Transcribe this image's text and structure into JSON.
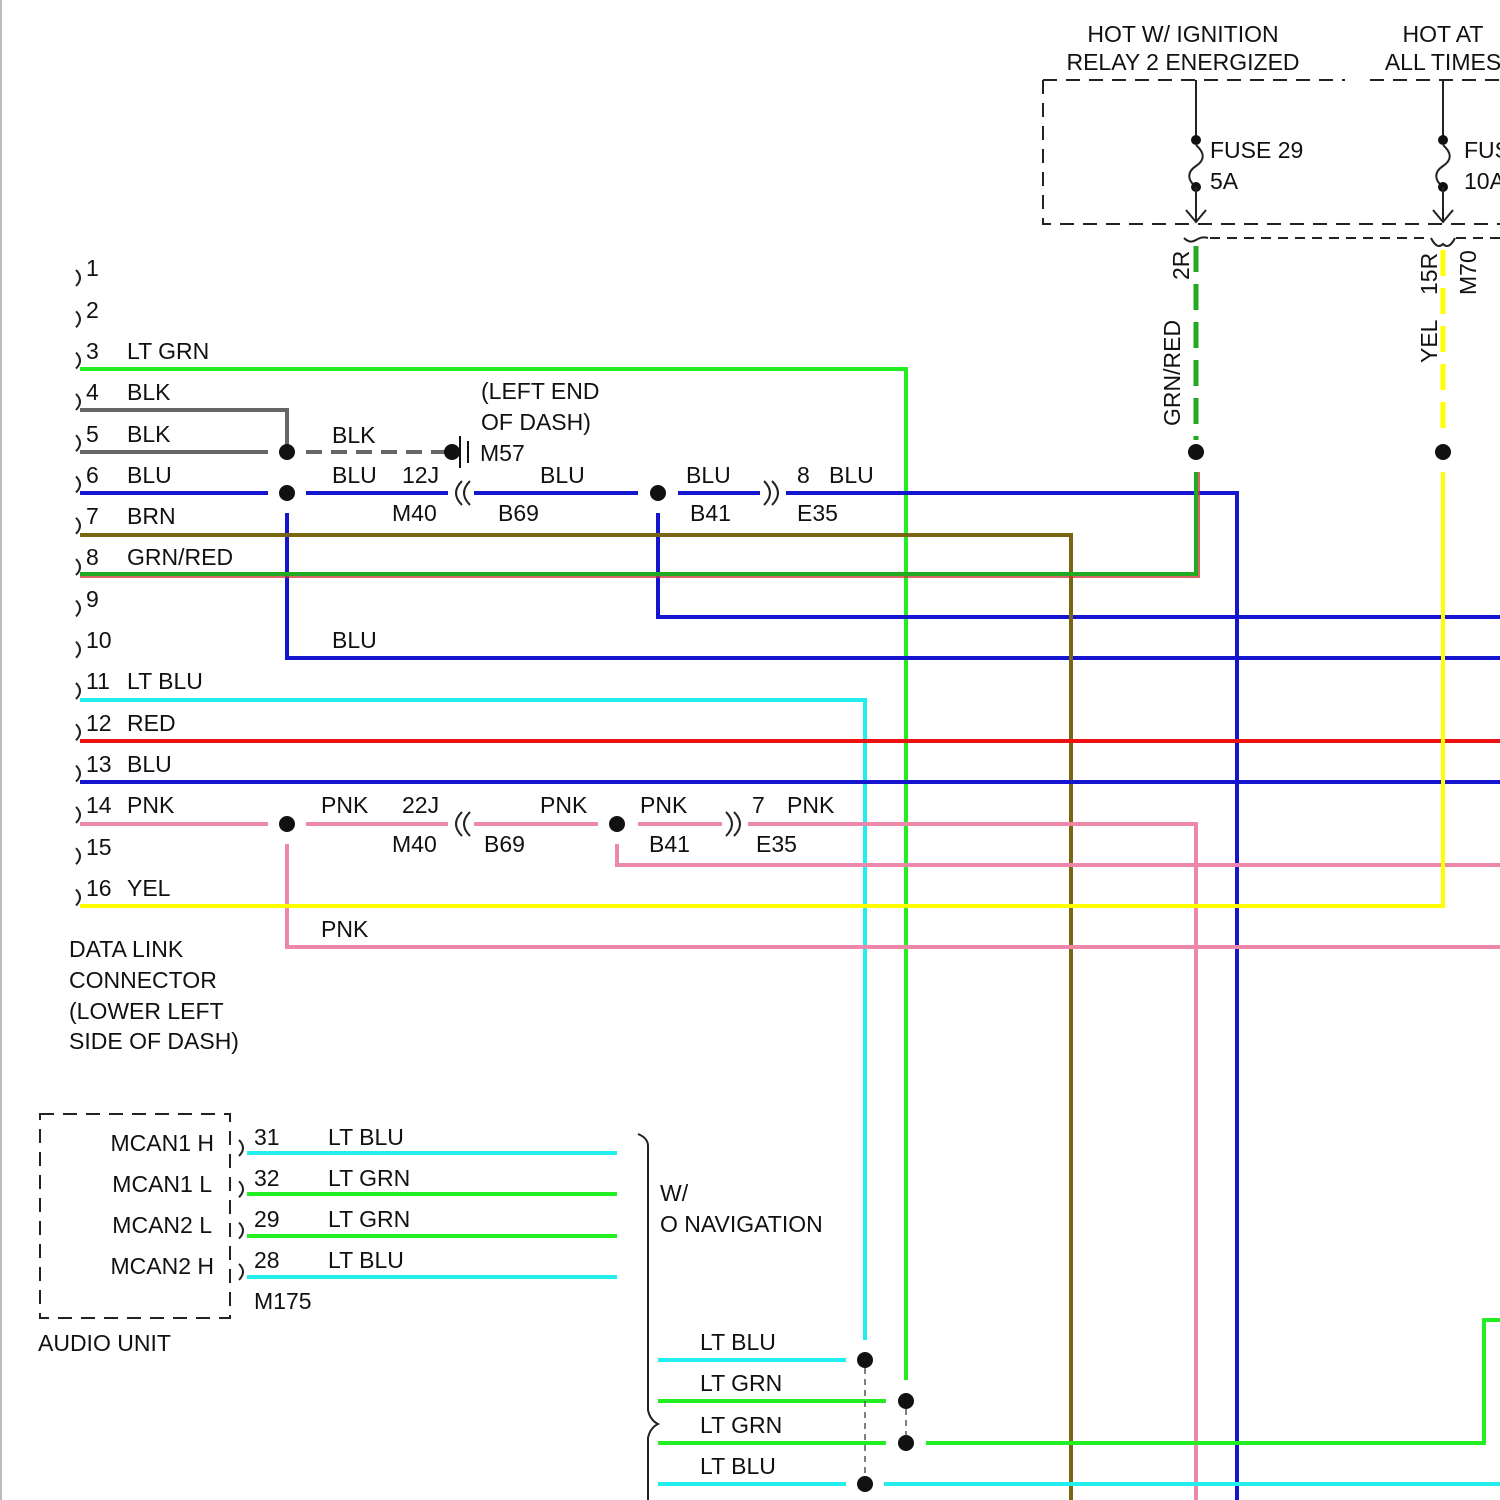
{
  "colors": {
    "lt_grn": "#22ee22",
    "grn": "#22aa22",
    "blk": "#666666",
    "blu": "#1515d0",
    "brn": "#7a6510",
    "lt_blu": "#22eeee",
    "red": "#ee1111",
    "pnk": "#ee88aa",
    "yel": "#ffff00"
  },
  "power": {
    "ignition_label_1": "HOT W/ IGNITION",
    "ignition_label_2": "RELAY 2 ENERGIZED",
    "always_label_1": "HOT AT",
    "always_label_2": "ALL TIMES",
    "fuse29_name": "FUSE 29",
    "fuse29_rating": "5A",
    "fuse2_name": "FUSE",
    "fuse2_rating": "10A",
    "pin_2r": "2R",
    "pin_15r": "15R",
    "connector_m70": "M70",
    "wire_grn_red": "GRN/RED",
    "wire_yel": "YEL"
  },
  "dlc": {
    "title_1": "DATA LINK",
    "title_2": "CONNECTOR",
    "title_3": "(LOWER LEFT",
    "title_4": "SIDE OF DASH)",
    "pins": [
      {
        "num": "1",
        "color": ""
      },
      {
        "num": "2",
        "color": ""
      },
      {
        "num": "3",
        "color": "LT GRN"
      },
      {
        "num": "4",
        "color": "BLK"
      },
      {
        "num": "5",
        "color": "BLK"
      },
      {
        "num": "6",
        "color": "BLU"
      },
      {
        "num": "7",
        "color": "BRN"
      },
      {
        "num": "8",
        "color": "GRN/RED"
      },
      {
        "num": "9",
        "color": ""
      },
      {
        "num": "10",
        "color": ""
      },
      {
        "num": "11",
        "color": "LT BLU"
      },
      {
        "num": "12",
        "color": "RED"
      },
      {
        "num": "13",
        "color": "BLU"
      },
      {
        "num": "14",
        "color": "PNK"
      },
      {
        "num": "15",
        "color": ""
      },
      {
        "num": "16",
        "color": "YEL"
      }
    ]
  },
  "harness": {
    "left_end_1": "(LEFT END",
    "left_end_2": "OF DASH)",
    "ground_wire": "BLK",
    "ground_connector": "M57",
    "blu_a": "BLU",
    "blu_pin_12j": "12J",
    "m40_upper": "M40",
    "blu_b": "BLU",
    "b69_upper": "B69",
    "blu_c": "BLU",
    "b41_upper": "B41",
    "blu_pin_8": "8",
    "blu_d": "BLU",
    "e35_upper": "E35",
    "blu_branch": "BLU",
    "pnk_a": "PNK",
    "pnk_pin_22j": "22J",
    "m40_lower": "M40",
    "pnk_b": "PNK",
    "b69_lower": "B69",
    "pnk_c": "PNK",
    "b41_lower": "B41",
    "pnk_pin_7": "7",
    "pnk_d": "PNK",
    "e35_lower": "E35",
    "pnk_branch": "PNK"
  },
  "audio": {
    "title": "AUDIO UNIT",
    "connector": "M175",
    "pins": [
      {
        "signal": "MCAN1 H",
        "pin": "31",
        "color": "LT BLU"
      },
      {
        "signal": "MCAN1 L",
        "pin": "32",
        "color": "LT GRN"
      },
      {
        "signal": "MCAN2 L",
        "pin": "29",
        "color": "LT GRN"
      },
      {
        "signal": "MCAN2 H",
        "pin": "28",
        "color": "LT BLU"
      }
    ]
  },
  "option": {
    "label_1": "W/",
    "label_2": "O NAVIGATION",
    "wires": [
      "LT BLU",
      "LT GRN",
      "LT GRN",
      "LT BLU"
    ]
  }
}
